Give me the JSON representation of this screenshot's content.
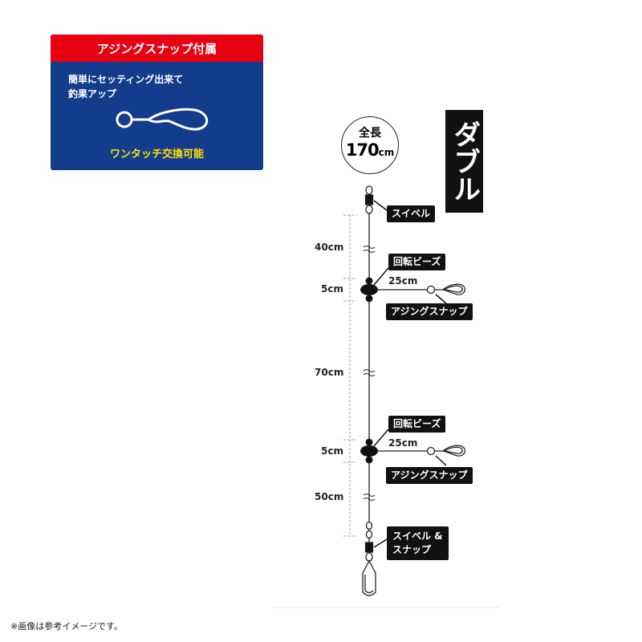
{
  "feature_panel": {
    "header": "アジングスナップ付属",
    "description_line1": "簡単にセッティング出来て",
    "description_line2": "釣果アップ",
    "tagline": "ワンタッチ交換可能",
    "icon": "snap-icon",
    "colors": {
      "header_bg": "#e60012",
      "panel_bg": "#143c8c",
      "tagline": "#ffe100"
    }
  },
  "total_length": {
    "label": "全長",
    "value": "170",
    "unit": "cm"
  },
  "type_badge": "ダブル",
  "rig": {
    "top_swivel_label": "スイベル",
    "segments": {
      "first": "40cm",
      "bead_1": "5cm",
      "middle": "70cm",
      "bead_2": "5cm",
      "last": "50cm"
    },
    "branch_1": {
      "bead_label": "回転ビーズ",
      "length": "25cm",
      "snap_label": "アジングスナップ"
    },
    "branch_2": {
      "bead_label": "回転ビーズ",
      "length": "25cm",
      "snap_label": "アジングスナップ"
    },
    "bottom_label_line1": "スイベル &",
    "bottom_label_line2": "スナップ"
  },
  "footnote": "※画像は参考イメージです。"
}
